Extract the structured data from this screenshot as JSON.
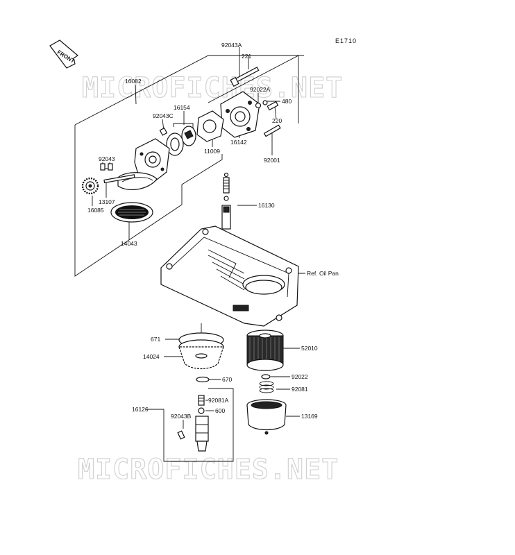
{
  "diagram_code": "E1710",
  "front_label": "FRONT",
  "watermark": "MICROFICHES.NET",
  "ref_label": "Ref. Oil Pan",
  "parts": {
    "p92043A": "92043A",
    "p221": "221",
    "p16082": "16082",
    "p92022A": "92022A",
    "p480": "480",
    "p16154": "16154",
    "p92043C": "92043C",
    "p220": "220",
    "p11009": "11009",
    "p16142": "16142",
    "p92001": "92001",
    "p92043": "92043",
    "p13107": "13107",
    "p16085": "16085",
    "p16130": "16130",
    "p14043": "14043",
    "p671": "671",
    "p52010": "52010",
    "p14024": "14024",
    "p670": "670",
    "p92022": "92022",
    "p92081": "92081",
    "p16126": "16126",
    "p92081A": "92081A",
    "p600": "600",
    "p92043B": "92043B",
    "p13169": "13169"
  }
}
